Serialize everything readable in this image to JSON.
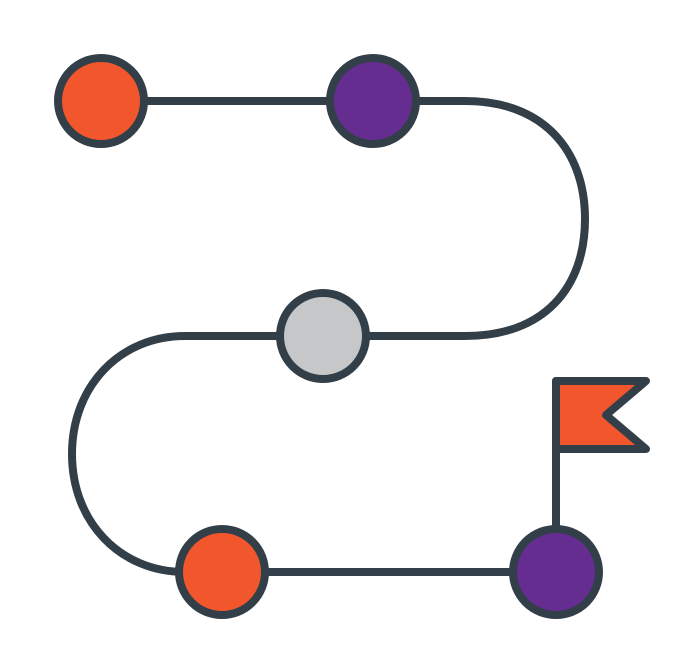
{
  "diagram": {
    "type": "roadmap-path",
    "colors": {
      "background": "#ffffff",
      "stroke": "#333f48",
      "orange": "#f1562d",
      "purple": "#662d91",
      "gray": "#c6c7c8",
      "flag": "#f1562d"
    },
    "milestones": [
      {
        "id": "milestone-1",
        "color": "orange"
      },
      {
        "id": "milestone-2",
        "color": "purple"
      },
      {
        "id": "milestone-3",
        "color": "gray"
      },
      {
        "id": "milestone-4",
        "color": "orange"
      },
      {
        "id": "milestone-5",
        "color": "purple"
      }
    ],
    "finish_marker": {
      "icon": "flag-icon",
      "color": "flag"
    }
  }
}
